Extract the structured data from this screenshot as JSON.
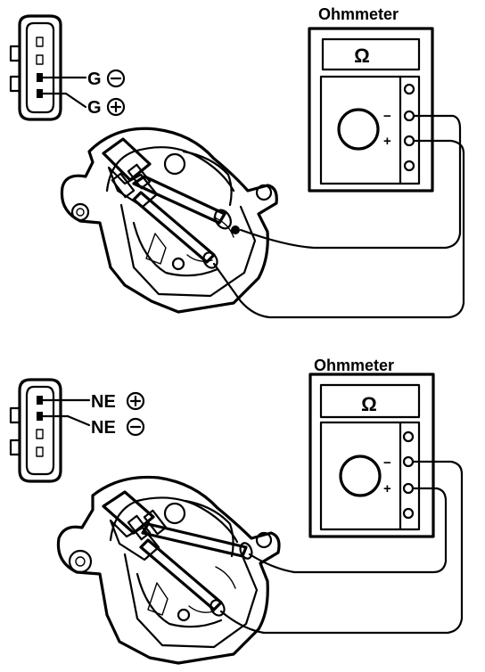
{
  "panels": [
    {
      "meter_title": "Ohmmeter",
      "unit_symbol": "Ω",
      "terminal_minus": "−",
      "terminal_plus": "+",
      "connector_labels": [
        {
          "text": "G",
          "polarity": "−"
        },
        {
          "text": "G",
          "polarity": "+"
        }
      ]
    },
    {
      "meter_title": "Ohmmeter",
      "unit_symbol": "Ω",
      "terminal_minus": "−",
      "terminal_plus": "+",
      "connector_labels": [
        {
          "text": "NE",
          "polarity": "+"
        },
        {
          "text": "NE",
          "polarity": "−"
        }
      ]
    }
  ],
  "colors": {
    "ink": "#000000",
    "paper": "#ffffff"
  }
}
